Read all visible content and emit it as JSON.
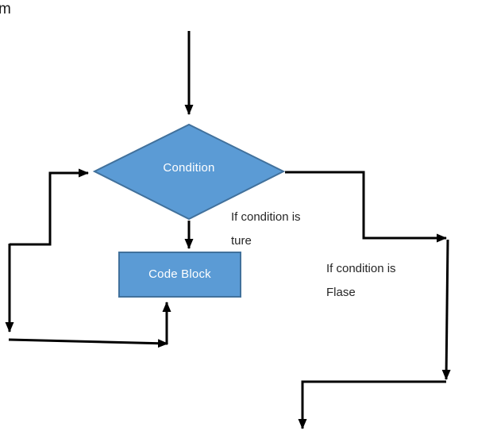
{
  "page": {
    "stray_text": "m",
    "background": "#ffffff"
  },
  "colors": {
    "node_fill": "#5B9BD5",
    "node_border": "#41719C",
    "node_text": "#ffffff",
    "arrow": "#000000",
    "label_text": "#262626"
  },
  "flowchart": {
    "type": "while-loop condition flowchart",
    "nodes": [
      {
        "id": "condition",
        "shape": "diamond",
        "label": "Condition"
      },
      {
        "id": "code-block",
        "shape": "rectangle",
        "label": "Code Block"
      }
    ],
    "labels": {
      "true_branch": {
        "line1": "If condition is",
        "line2": "ture"
      },
      "false_branch": {
        "line1": "If condition is",
        "line2": "Flase"
      }
    },
    "edges": [
      {
        "id": "entry-arrow",
        "from": "top",
        "to": "condition",
        "direction": "down"
      },
      {
        "id": "condition-to-codeblock-arrow",
        "from": "condition",
        "to": "code-block",
        "direction": "down",
        "label": "If condition is ture"
      },
      {
        "id": "loopback-into-condition-arrow",
        "from": "left-loop",
        "to": "condition",
        "direction": "right"
      },
      {
        "id": "left-drop-arrow",
        "from": "left-loop",
        "to": "bottom-left",
        "direction": "down"
      },
      {
        "id": "bottom-left-arrow",
        "from": "bottom-left",
        "to": "below-code-block",
        "direction": "right"
      },
      {
        "id": "into-codeblock-bottom-arrow",
        "from": "below-code-block",
        "to": "code-block",
        "direction": "up"
      },
      {
        "id": "false-branch-elbow-arrow",
        "from": "condition",
        "to": "right-drop",
        "direction": "right",
        "label": "If condition is Flase"
      },
      {
        "id": "right-drop-arrow",
        "from": "right-drop",
        "to": "bottom-right",
        "direction": "down"
      },
      {
        "id": "bottom-exit-arrow",
        "from": "bottom-right",
        "to": "exit",
        "direction": "down"
      }
    ]
  }
}
